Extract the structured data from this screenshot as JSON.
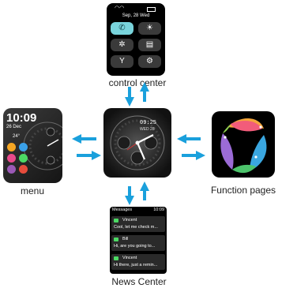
{
  "captions": {
    "control_center": "control center",
    "menu": "menu",
    "function_pages": "Function pages",
    "news_center": "News Center"
  },
  "control_center": {
    "date": "Sep, 28 Wed",
    "tiles": [
      {
        "icon": "phone-icon",
        "glyph": "✆",
        "active": true
      },
      {
        "icon": "brightness-icon",
        "glyph": "☀",
        "active": false
      },
      {
        "icon": "fan-icon",
        "glyph": "✲",
        "active": false
      },
      {
        "icon": "id-card-icon",
        "glyph": "▤",
        "active": false
      },
      {
        "icon": "flashlight-icon",
        "glyph": "Y",
        "active": false
      },
      {
        "icon": "settings-icon",
        "glyph": "⚙",
        "active": false
      }
    ]
  },
  "main_watch": {
    "time": "09:25",
    "date": "WED 28"
  },
  "menu_watch": {
    "time": "10:09",
    "date": "26 Dec",
    "temp": "24°"
  },
  "news_center": {
    "title": "Messages",
    "time": "10:09",
    "items": [
      {
        "name": "Vincent",
        "message": "Cool, let me check m..."
      },
      {
        "name": "Bill",
        "message": "Hi, are you going to..."
      },
      {
        "name": "Vincent",
        "message": "Hi there, just a remin..."
      }
    ]
  },
  "colors": {
    "arrow": "#1aa0dc",
    "tile_active": "#79d4dc"
  }
}
